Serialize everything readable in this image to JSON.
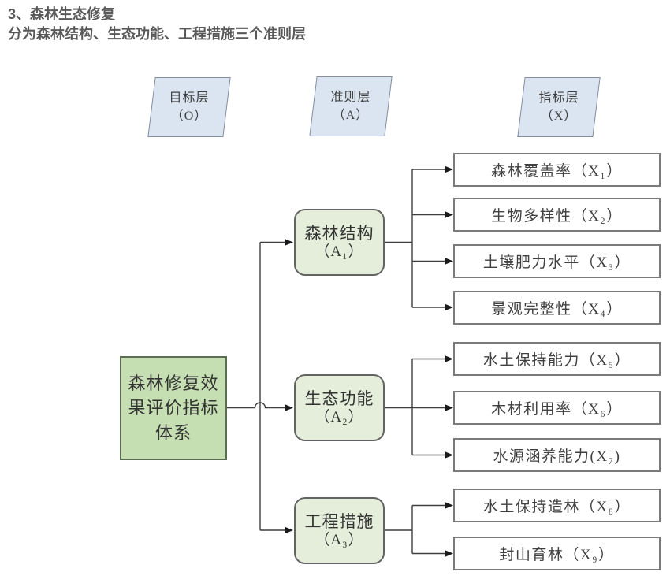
{
  "header": {
    "title": "3、森林生态修复",
    "subtitle": "分为森林结构、生态功能、工程措施三个准则层"
  },
  "stages": [
    {
      "label": "目标层",
      "code": "（O）"
    },
    {
      "label": "准则层",
      "code": "（A）"
    },
    {
      "label": "指标层",
      "code": "（X）"
    }
  ],
  "goal": {
    "lines": [
      "森林修复效",
      "果评价指标",
      "体系"
    ]
  },
  "criteria": [
    {
      "name": "森林结构",
      "code": "（A₁）"
    },
    {
      "name": "生态功能",
      "code": "（A₂）"
    },
    {
      "name": "工程措施",
      "code": "（A₃）"
    }
  ],
  "indicators": [
    {
      "label": "森林覆盖率（X₁）"
    },
    {
      "label": "生物多样性（X₂）"
    },
    {
      "label": "土壤肥力水平（X₃）"
    },
    {
      "label": "景观完整性（X₄）"
    },
    {
      "label": "水土保持能力（X₅）"
    },
    {
      "label": "木材利用率（X₆）"
    },
    {
      "label": "水源涵养能力(X₇)"
    },
    {
      "label": "水土保持造林（X₈）"
    },
    {
      "label": "封山育林（X₉）"
    }
  ],
  "colors": {
    "goal_fill": "#c5deb2",
    "criterion_fill": "#e4eeda",
    "stage_fill": "#dbe5f1",
    "indicator_fill": "#ffffff",
    "line": "#3f3f3f",
    "title_text": "#595959",
    "box_text": "#333333"
  }
}
